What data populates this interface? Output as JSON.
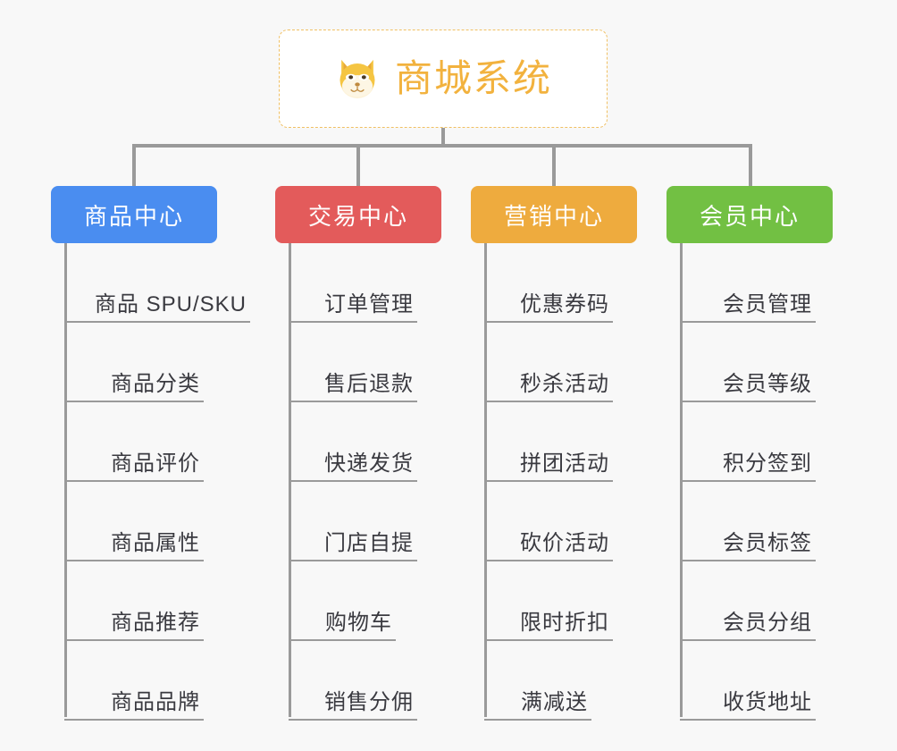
{
  "root": {
    "title": "商城系统",
    "icon": "shiba-dog-icon",
    "border_color": "#f0c063",
    "text_color": "#f2b23e",
    "background": "#ffffff"
  },
  "canvas": {
    "background": "#f8f8f8",
    "connector_color": "#9a9a9a"
  },
  "branches": [
    {
      "label": "商品中心",
      "color": "#4a8df0",
      "items": [
        "商品 SPU/SKU",
        "商品分类",
        "商品评价",
        "商品属性",
        "商品推荐",
        "商品品牌"
      ]
    },
    {
      "label": "交易中心",
      "color": "#e35b5b",
      "items": [
        "订单管理",
        "售后退款",
        "快递发货",
        "门店自提",
        "购物车",
        "销售分佣"
      ]
    },
    {
      "label": "营销中心",
      "color": "#eeab3e",
      "items": [
        "优惠券码",
        "秒杀活动",
        "拼团活动",
        "砍价活动",
        "限时折扣",
        "满减送"
      ]
    },
    {
      "label": "会员中心",
      "color": "#72c043",
      "items": [
        "会员管理",
        "会员等级",
        "积分签到",
        "会员标签",
        "会员分组",
        "收货地址"
      ]
    }
  ]
}
